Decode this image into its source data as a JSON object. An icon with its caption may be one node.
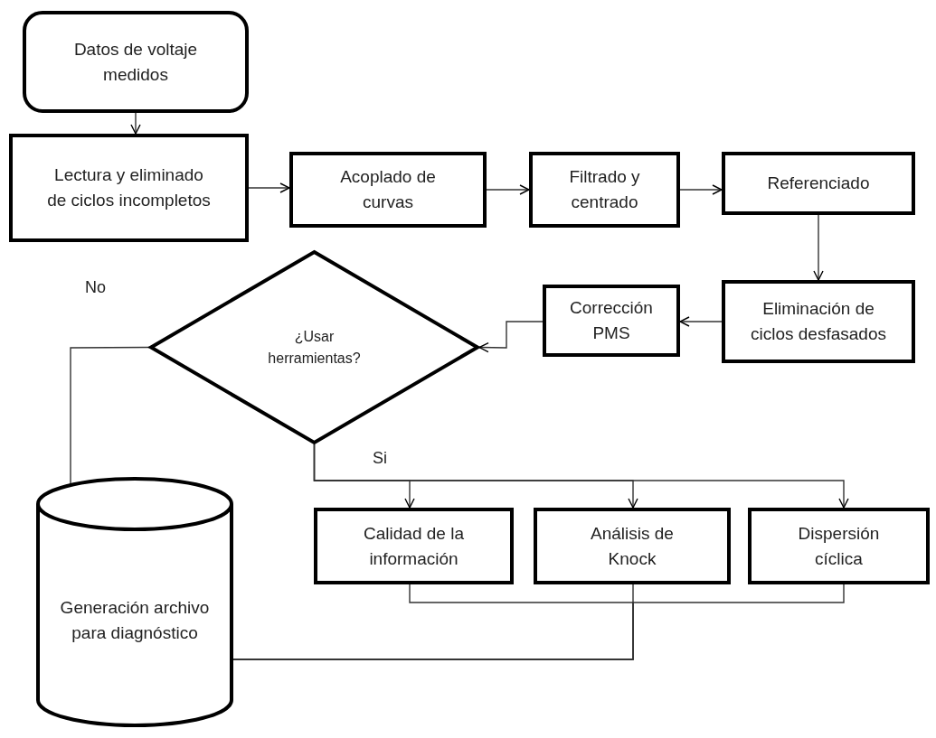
{
  "diagram": {
    "nodes": [
      {
        "text": [
          "Datos de voltaje medidos"
        ]
      },
      {
        "text": [
          "Lectura y eliminado de ciclos incompletos"
        ]
      },
      {
        "text": [
          "Acoplado de curvas"
        ]
      },
      {
        "text": [
          "Filtrado y centrado"
        ]
      },
      {
        "text": [
          "Referenciado"
        ]
      },
      {
        "text": [
          "Eliminación de ciclos desfasados"
        ]
      },
      {
        "text": [
          "Corrección PMS"
        ]
      },
      {
        "text": [
          "¿Usar herramientas?"
        ]
      },
      {
        "text": [
          "Calidad de la información"
        ]
      },
      {
        "text": [
          "Análisis de Knock"
        ]
      },
      {
        "text": [
          "Dispersión cíclica"
        ]
      },
      {
        "text": [
          "Generación archivo para diagnóstico"
        ]
      }
    ],
    "edges": [
      {
        "from": 0,
        "to": 1,
        "arrow": "to"
      },
      {
        "from": 1,
        "to": 2,
        "arrow": "to"
      },
      {
        "from": 2,
        "to": 3,
        "arrow": "to"
      },
      {
        "from": 3,
        "to": 4,
        "arrow": "to"
      },
      {
        "from": 4,
        "to": 5,
        "arrow": "to"
      },
      {
        "from": 5,
        "to": 6,
        "arrow": "to"
      },
      {
        "from": 6,
        "to": 7,
        "arrow": "to"
      },
      {
        "from": 7,
        "to": 8,
        "arrow": "to",
        "label": "Si"
      },
      {
        "from": 7,
        "to": 9,
        "arrow": "to"
      },
      {
        "from": 7,
        "to": 10,
        "arrow": "to"
      },
      {
        "from": 7,
        "to": 11,
        "arrow": "none",
        "label": "No"
      },
      {
        "from": 8,
        "to": 11,
        "arrow": "none"
      },
      {
        "from": 9,
        "to": 11,
        "arrow": "none"
      },
      {
        "from": 10,
        "to": 11,
        "arrow": "none"
      }
    ]
  }
}
